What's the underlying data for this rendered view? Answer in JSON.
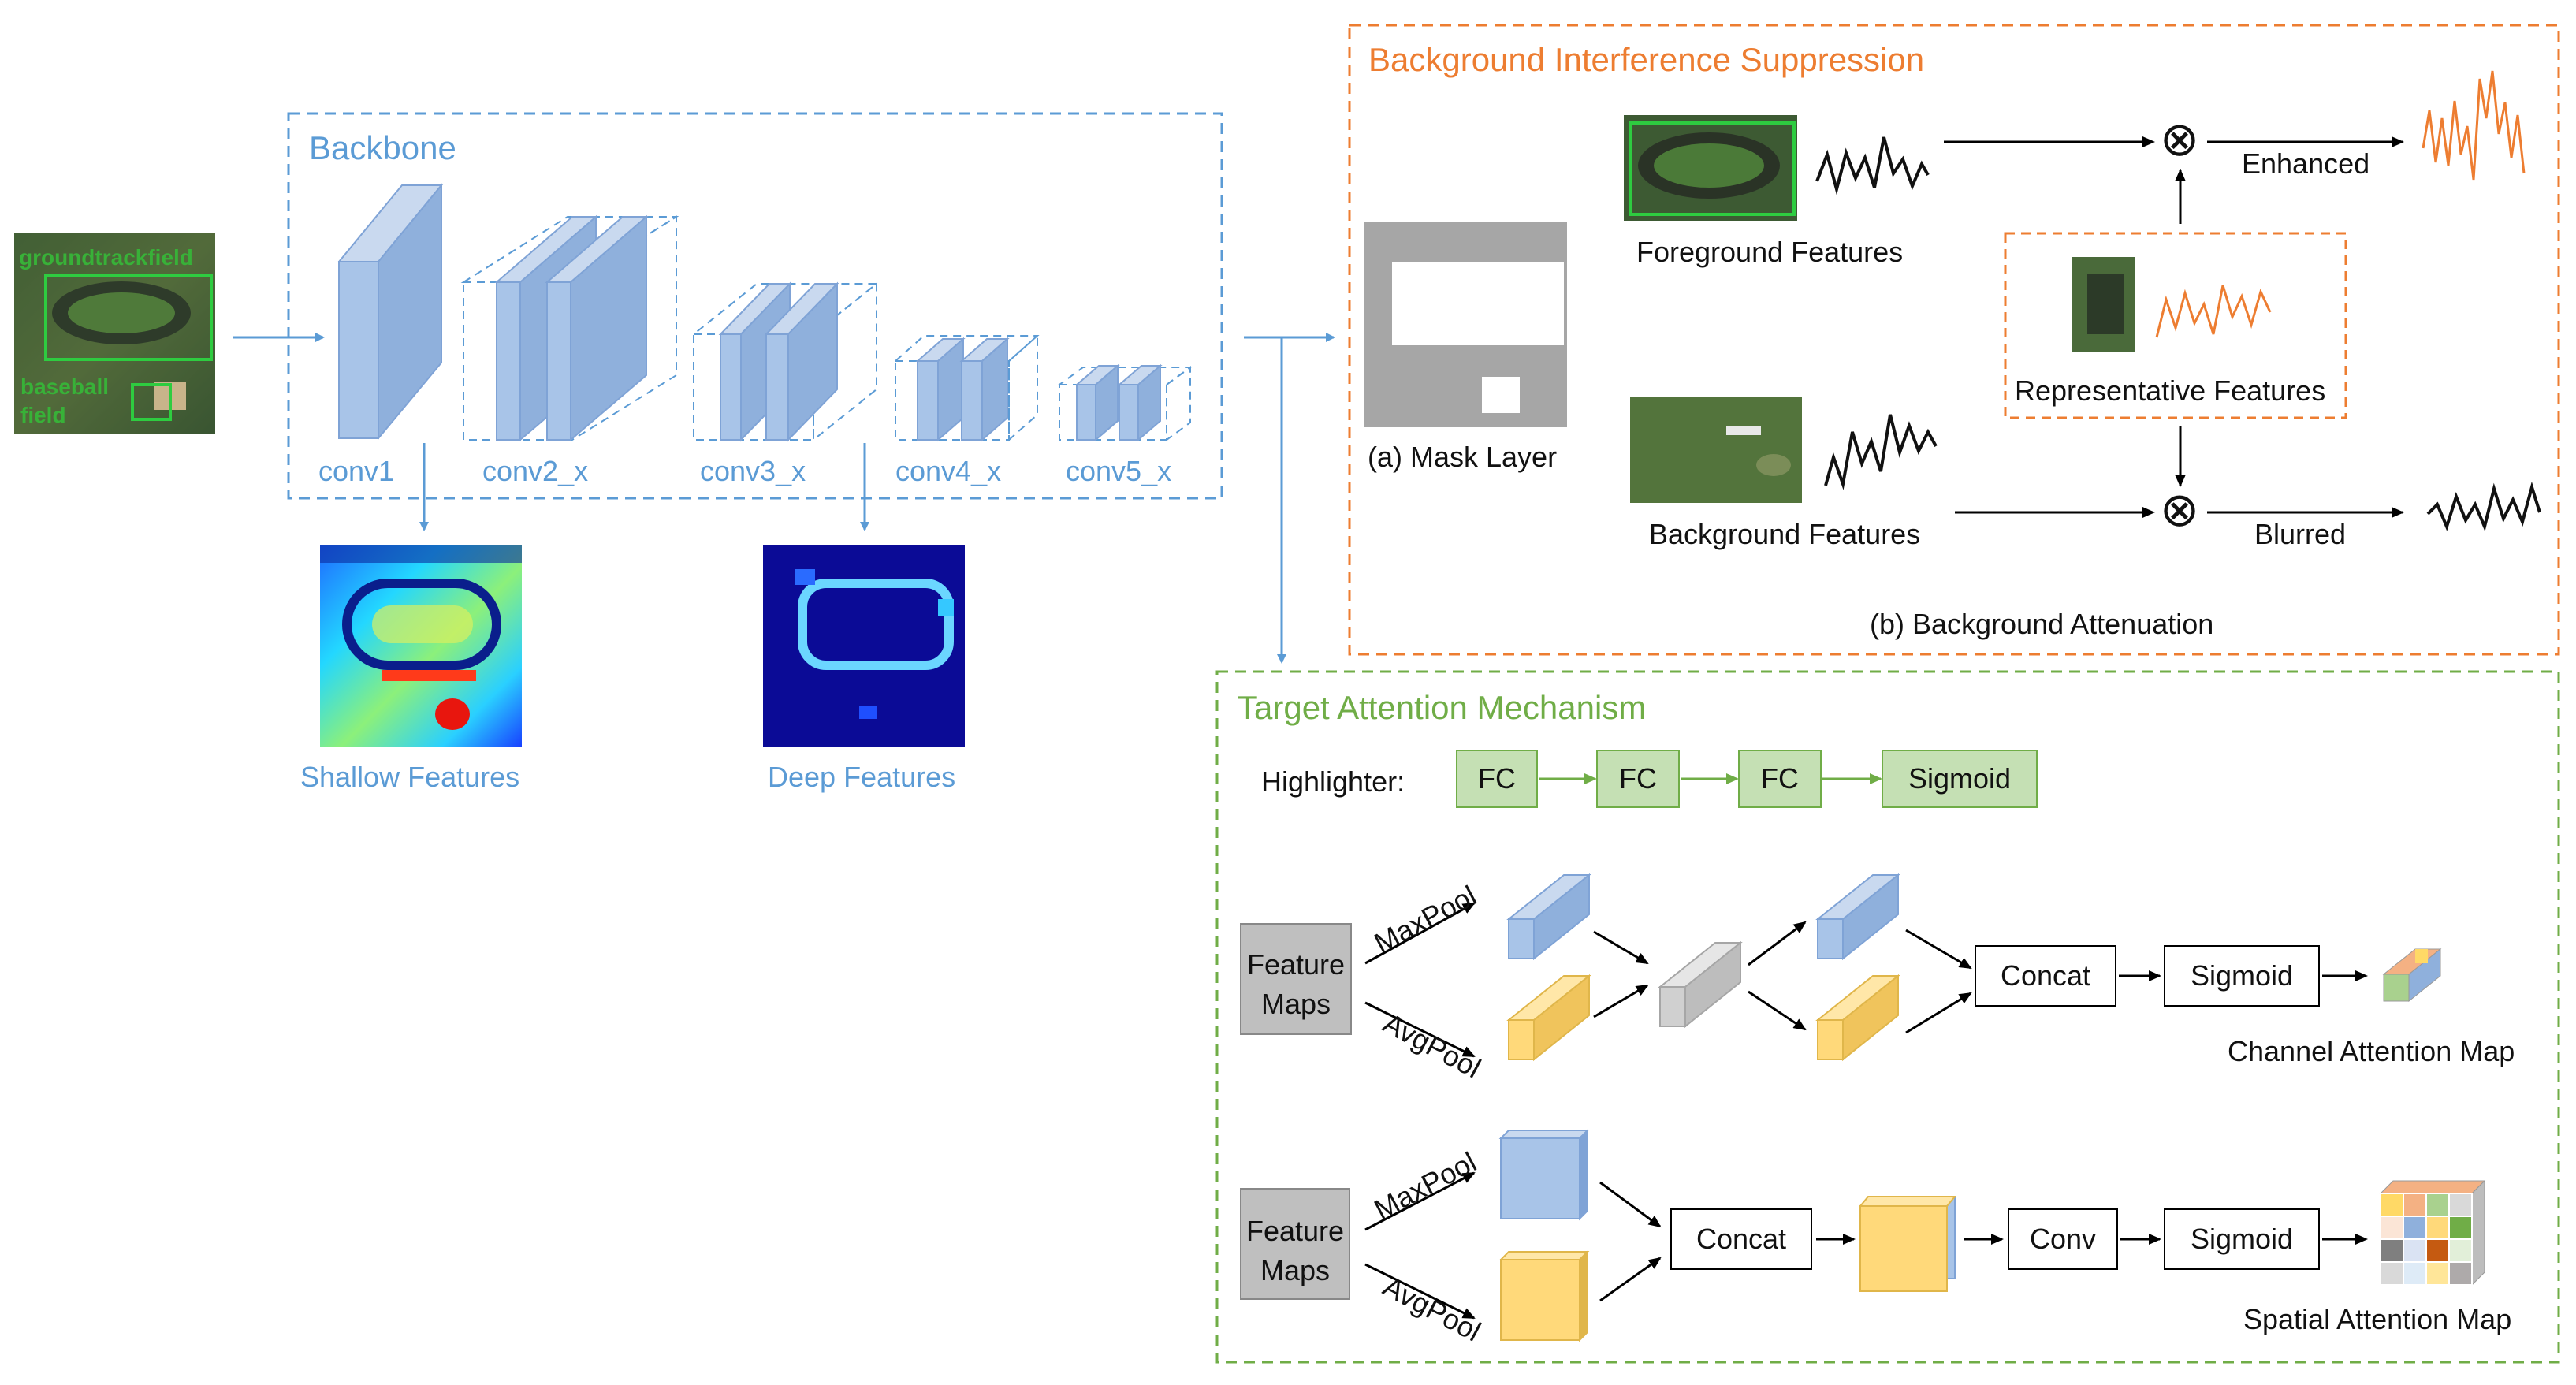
{
  "input_image": {
    "label_groundtrack": "groundtrackfield",
    "label_baseball_1": "baseball",
    "label_baseball_2": "field"
  },
  "backbone": {
    "title": "Backbone",
    "layers": [
      "conv1",
      "conv2_x",
      "conv3_x",
      "conv4_x",
      "conv5_x"
    ],
    "shallow_label": "Shallow Features",
    "deep_label": "Deep Features"
  },
  "bis": {
    "title": "Background Interference Suppression",
    "mask_label": "(a) Mask Layer",
    "foreground_label": "Foreground Features",
    "background_label": "Background Features",
    "representative_label": "Representative Features",
    "enhanced_label": "Enhanced",
    "blurred_label": "Blurred",
    "attenuation_label": "(b) Background Attenuation",
    "multiply_symbol": "⊗"
  },
  "tam": {
    "title": "Target Attention Mechanism",
    "highlighter_label": "Highlighter:",
    "highlighter_blocks": [
      "FC",
      "FC",
      "FC",
      "Sigmoid"
    ],
    "channel": {
      "feature_maps_1": "Feature",
      "feature_maps_2": "Maps",
      "maxpool": "MaxPool",
      "avgpool": "AvgPool",
      "concat": "Concat",
      "sigmoid": "Sigmoid",
      "output_label": "Channel Attention Map"
    },
    "spatial": {
      "feature_maps_1": "Feature",
      "feature_maps_2": "Maps",
      "maxpool": "MaxPool",
      "avgpool": "AvgPool",
      "concat": "Concat",
      "conv": "Conv",
      "sigmoid": "Sigmoid",
      "output_label": "Spatial Attention Map"
    }
  },
  "colors": {
    "blue_accent": "#5b9bd5",
    "orange_accent": "#ed7d31",
    "green_accent": "#70ad47",
    "green_box_fill": "#c5e0b4",
    "gray_box": "#bfbfbf"
  }
}
